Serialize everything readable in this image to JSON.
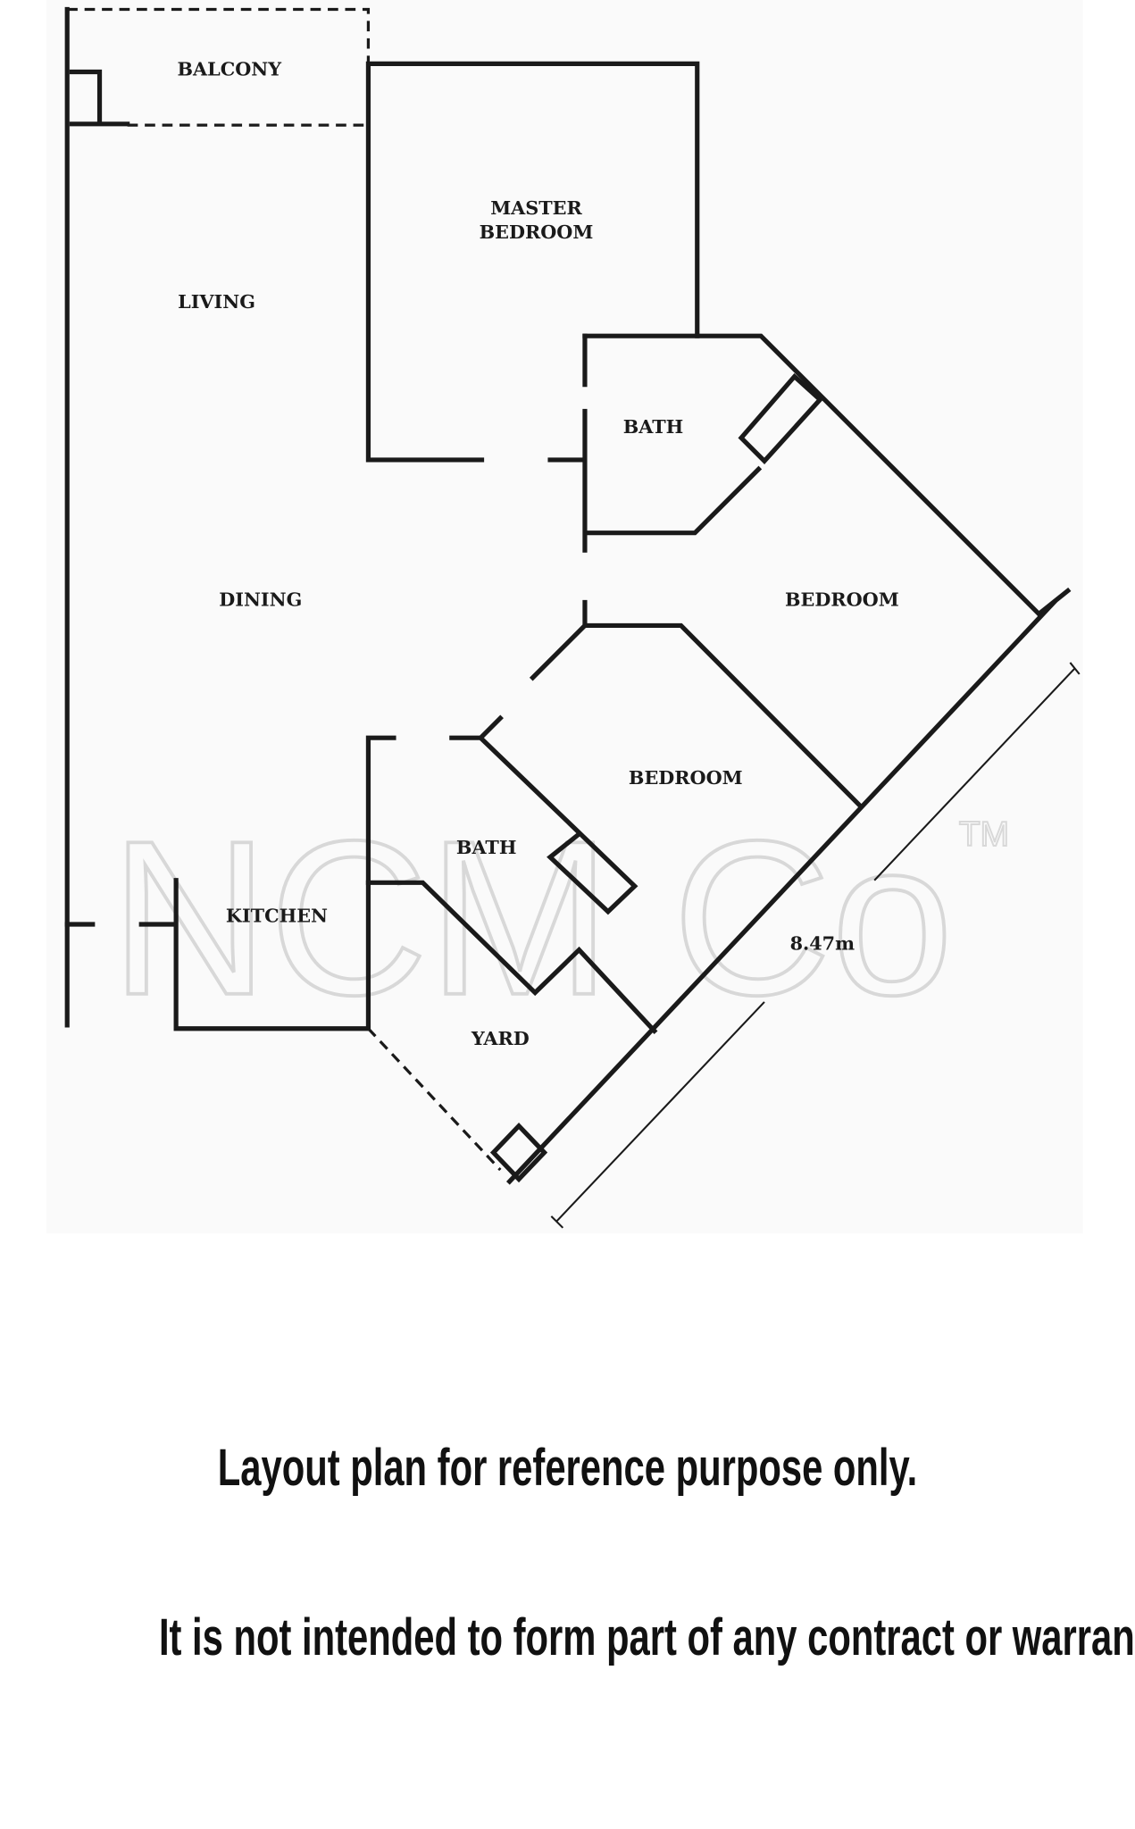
{
  "floor_plan": {
    "rooms": {
      "balcony": "BALCONY",
      "master_bedroom_line1": "MASTER",
      "master_bedroom_line2": "BEDROOM",
      "living": "LIVING",
      "dining": "DINING",
      "bath_upper": "BATH",
      "bedroom_right": "BEDROOM",
      "bedroom_lower": "BEDROOM",
      "bath_lower": "BATH",
      "kitchen": "KITCHEN",
      "yard": "YARD"
    },
    "dimension": "8.47m",
    "watermark": "NCM Co",
    "watermark_tm": "TM"
  },
  "notes": {
    "line1": "Layout plan for reference purpose only.",
    "line2": "It is not intended to form part of any contract or warranty."
  }
}
